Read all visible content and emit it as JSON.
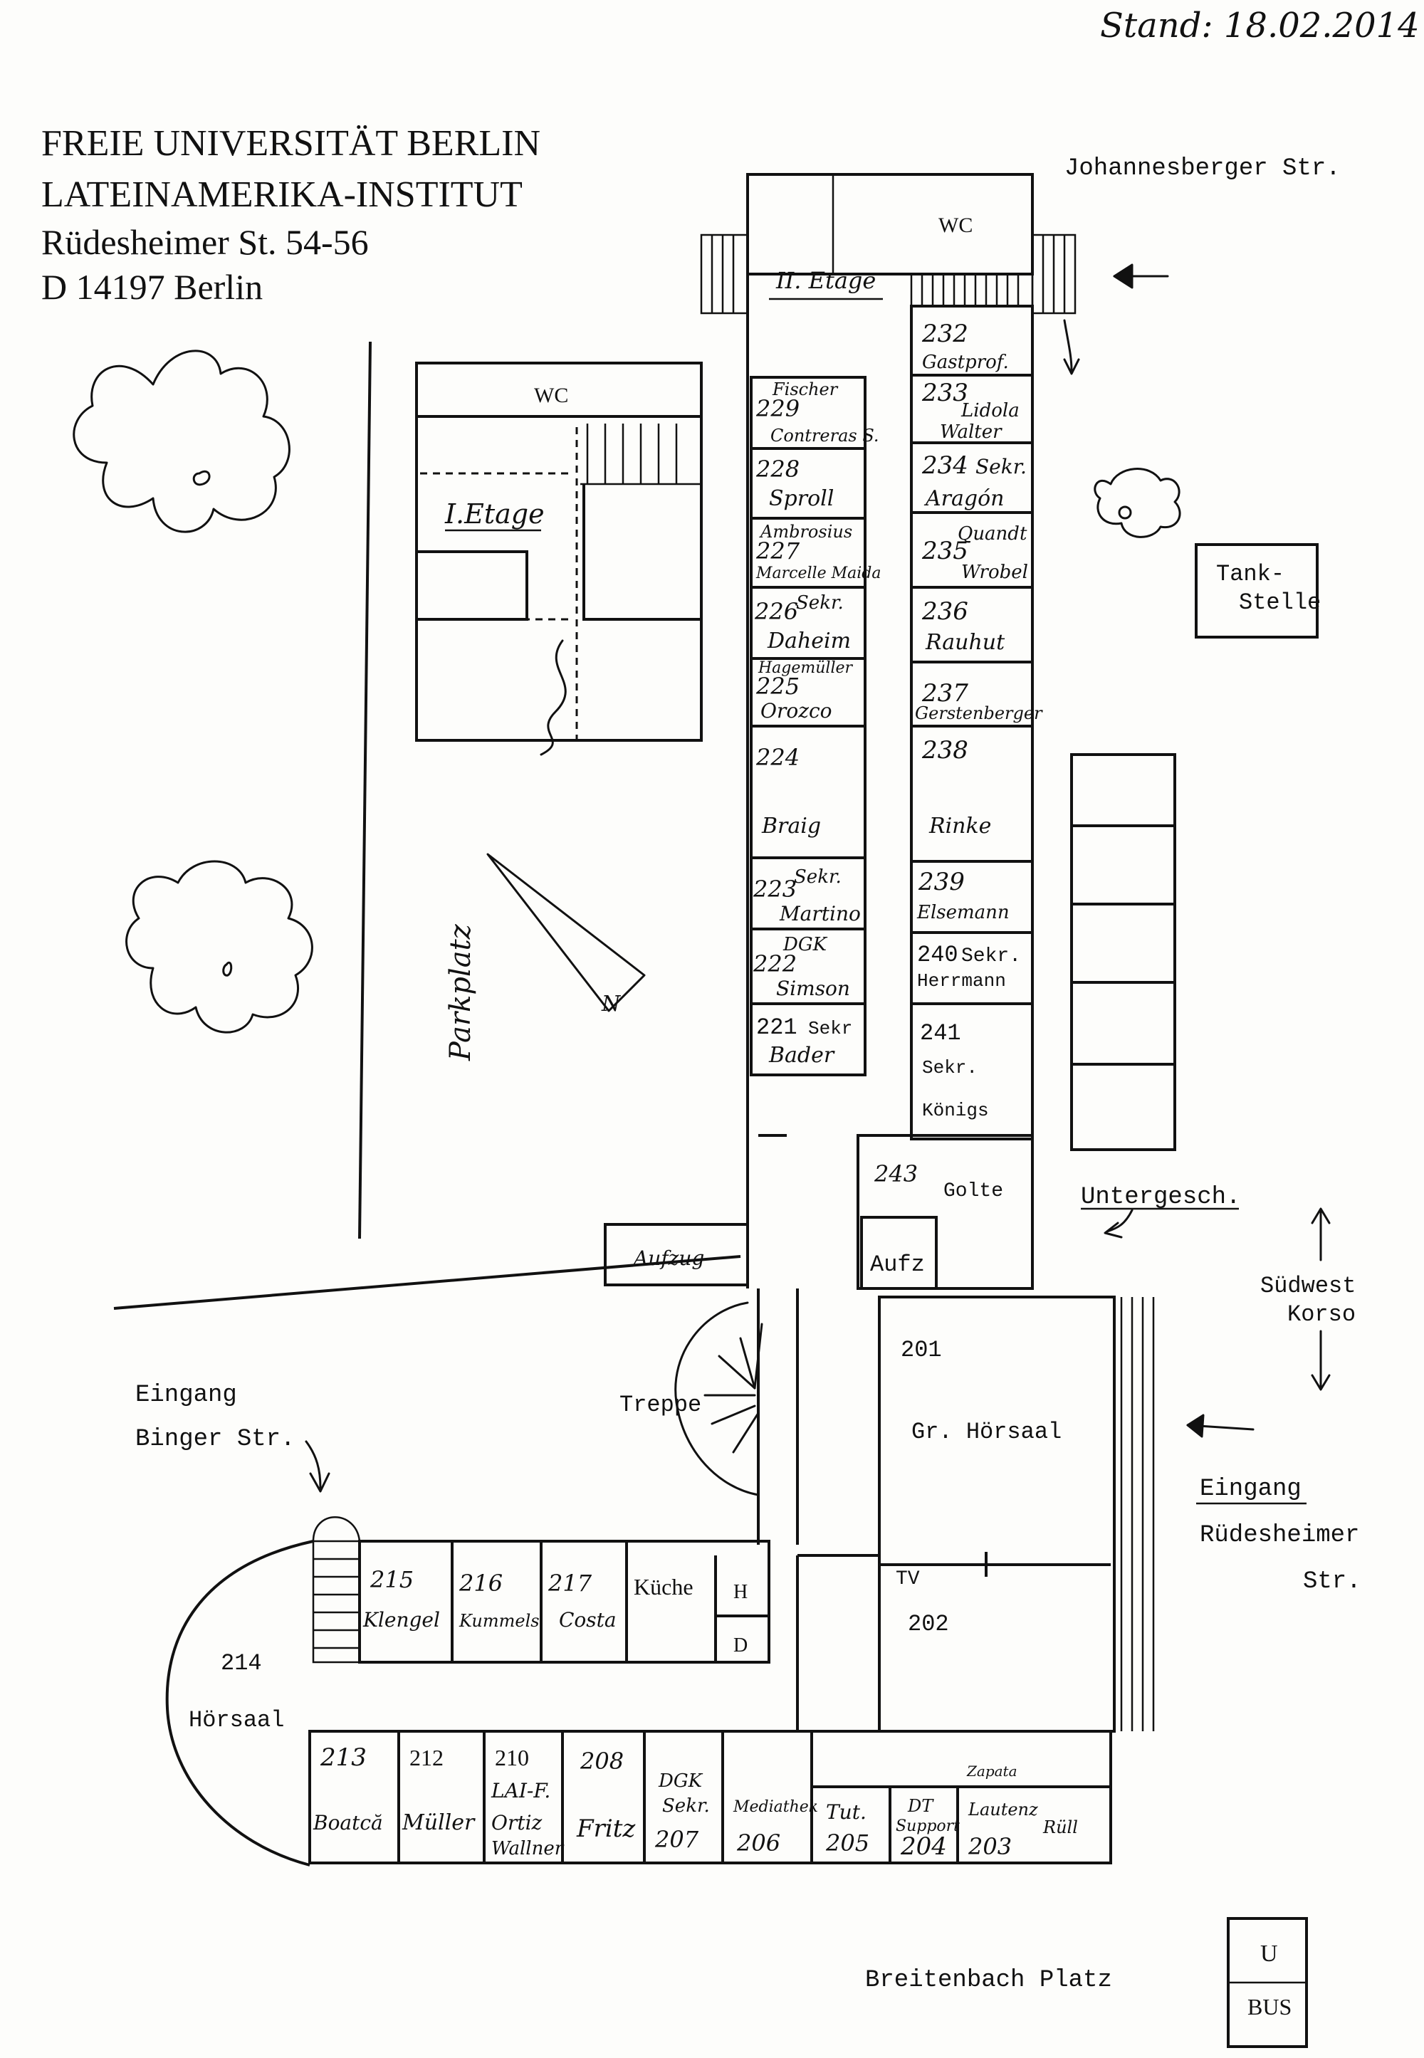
{
  "header": {
    "date_stamp": "Stand: 18.02.2014",
    "org_line1": "FREIE UNIVERSITÄT BERLIN",
    "org_line2": "LATEINAMERIKA-INSTITUT",
    "address_street": "Rüdesheimer St. 54-56",
    "address_city": "D 14197 Berlin"
  },
  "streets": {
    "johannesberger": "Johannesberger Str.",
    "suedwest_line1": "Südwest",
    "suedwest_line2": "Korso",
    "breitenbach": "Breitenbach Platz",
    "binger_line1": "Eingang",
    "binger_line2": "Binger Str.",
    "ruedesheimer_line1": "Eingang",
    "ruedesheimer_line2": "Rüdesheimer",
    "ruedesheimer_line3": "Str."
  },
  "landmarks": {
    "tankstelle_line1": "Tank-",
    "tankstelle_line2": "Stelle",
    "parkplatz": "Parkplatz",
    "north": "N",
    "bus_u": "U",
    "bus_label": "BUS",
    "untergesch": "Untergesch.",
    "treppe": "Treppe",
    "aufzug_outside": "Aufzug"
  },
  "floors": {
    "first": "I.Etage",
    "second": "II. Etage",
    "wc_first": "WC",
    "wc_second": "WC"
  },
  "rooms": {
    "r232": {
      "num": "232",
      "name": "Gastprof."
    },
    "r233": {
      "num": "233",
      "name1": "Lidola",
      "name2": "Walter"
    },
    "r234": {
      "num": "234",
      "role": "Sekr.",
      "name": "Aragón"
    },
    "r235": {
      "num": "235",
      "name1": "Quandt",
      "name2": "Wrobel"
    },
    "r236": {
      "num": "236",
      "name": "Rauhut"
    },
    "r237": {
      "num": "237",
      "name": "Gerstenberger"
    },
    "r238": {
      "num": "238",
      "name": "Rinke"
    },
    "r239": {
      "num": "239",
      "name": "Elsemann"
    },
    "r240": {
      "num": "240",
      "role": "Sekr.",
      "name": "Herrmann"
    },
    "r241": {
      "num": "241",
      "role": "Sekr.",
      "name": "Königs"
    },
    "r243": {
      "num": "243",
      "name": "Golte"
    },
    "aufz_inside": "Aufz",
    "r229": {
      "num": "229",
      "name1": "Fischer",
      "name2": "Contreras S."
    },
    "r228": {
      "num": "228",
      "name": "Sproll"
    },
    "r227": {
      "num": "227",
      "name1": "Ambrosius",
      "name2": "Marcelle Maida"
    },
    "r226": {
      "num": "226",
      "role": "Sekr.",
      "name": "Daheim"
    },
    "r225": {
      "num": "225",
      "name1": "Hagemüller",
      "name2": "Orozco"
    },
    "r224": {
      "num": "224",
      "name": "Braig"
    },
    "r223": {
      "num": "223",
      "role": "Sekr.",
      "name": "Martino"
    },
    "r222": {
      "num": "222",
      "role": "DGK",
      "name": "Simson"
    },
    "r221": {
      "num": "221",
      "role": "Sekr",
      "name": "Bader"
    },
    "r201": {
      "num": "201",
      "name": "Gr. Hörsaal"
    },
    "tv": "TV",
    "r202": {
      "num": "202"
    },
    "r215": {
      "num": "215",
      "name": "Klengel"
    },
    "r216": {
      "num": "216",
      "name": "Kummels"
    },
    "r217": {
      "num": "217",
      "name": "Costa"
    },
    "kueche": "Küche",
    "h": "H",
    "d": "D",
    "r214": {
      "num": "214",
      "name": "Hörsaal"
    },
    "r213": {
      "num": "213",
      "name": "Boatcă"
    },
    "r212": {
      "num": "212",
      "name": "Müller"
    },
    "r210": {
      "num": "210",
      "role": "LAI-F.",
      "name1": "Ortiz",
      "name2": "Wallner"
    },
    "r208": {
      "num": "208",
      "name": "Fritz"
    },
    "r207": {
      "num": "207",
      "role1": "DGK",
      "role2": "Sekr."
    },
    "r206": {
      "num": "206",
      "name": "Mediathek"
    },
    "r205": {
      "num": "205",
      "name": "Tut."
    },
    "r204": {
      "num": "204",
      "name1": "DT",
      "name2": "Support"
    },
    "r203": {
      "num": "203",
      "name1": "Zapata",
      "name2": "Lautenz",
      "name3": "Rüll"
    }
  }
}
